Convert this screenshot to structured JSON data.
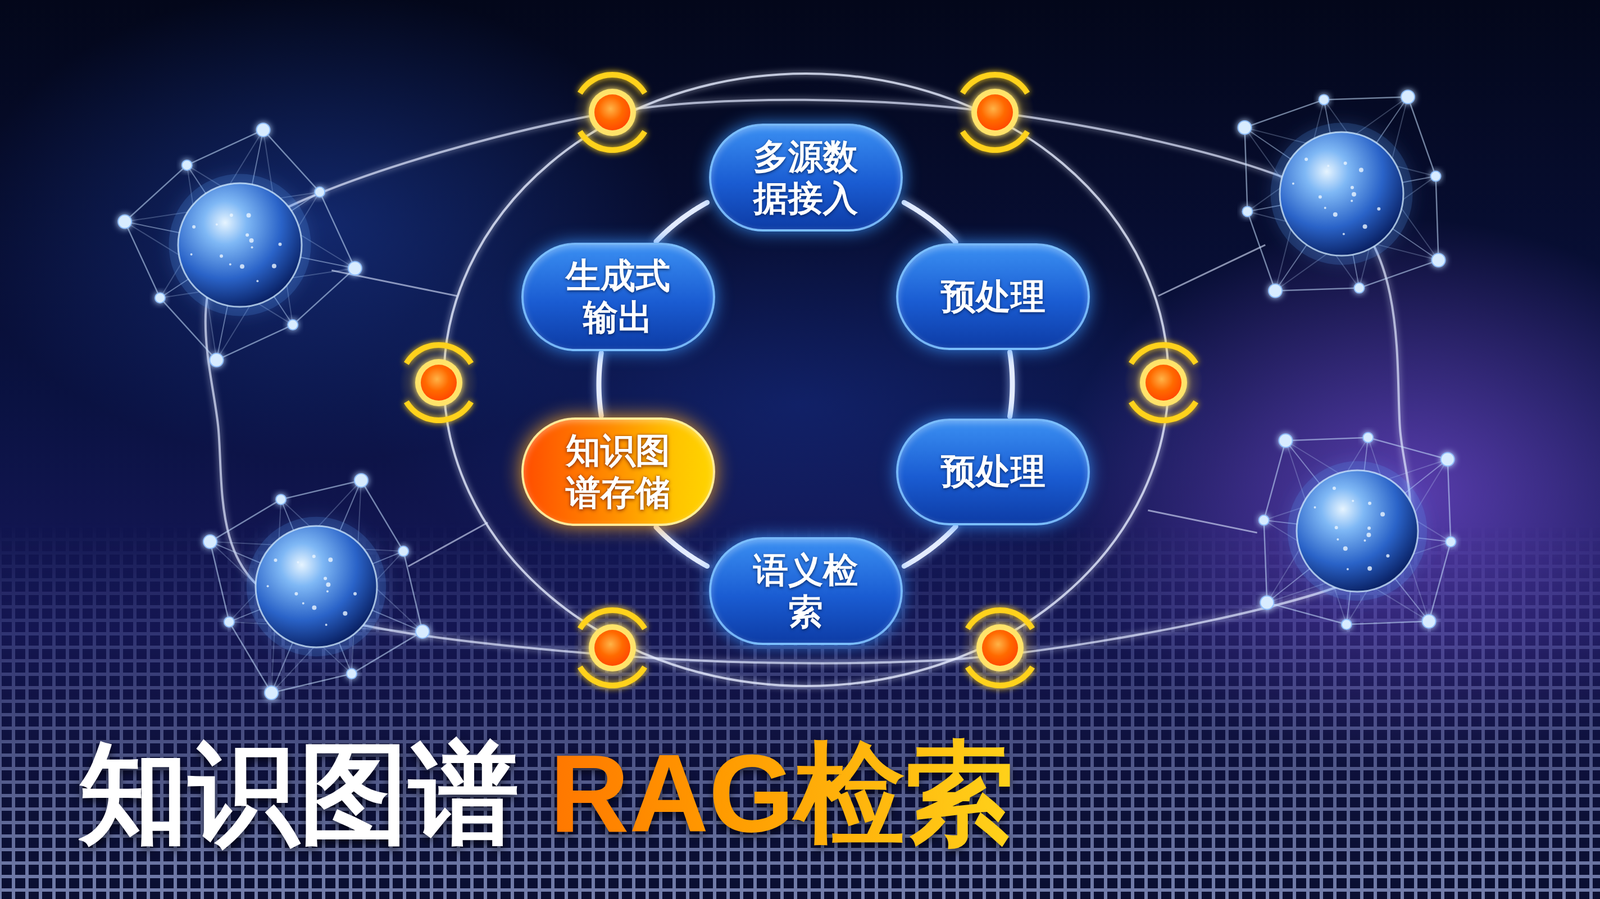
{
  "diagram": {
    "title": "知识图谱 RAG检索",
    "nodes": [
      {
        "text": [
          "多源数据接入"
        ]
      },
      {
        "text": [
          "生成式输出"
        ]
      },
      {
        "text": [
          "预处理"
        ]
      },
      {
        "text": [
          "知识图谱存储"
        ]
      },
      {
        "text": [
          "预处理"
        ]
      },
      {
        "text": [
          "语义检索"
        ]
      }
    ],
    "edges": [
      {
        "from": 0,
        "to": 2,
        "arrow": "none"
      },
      {
        "from": 2,
        "to": 4,
        "arrow": "none"
      },
      {
        "from": 4,
        "to": 5,
        "arrow": "none"
      },
      {
        "from": 5,
        "to": 3,
        "arrow": "none"
      },
      {
        "from": 3,
        "to": 1,
        "arrow": "none"
      },
      {
        "from": 1,
        "to": 0,
        "arrow": "none"
      }
    ]
  }
}
